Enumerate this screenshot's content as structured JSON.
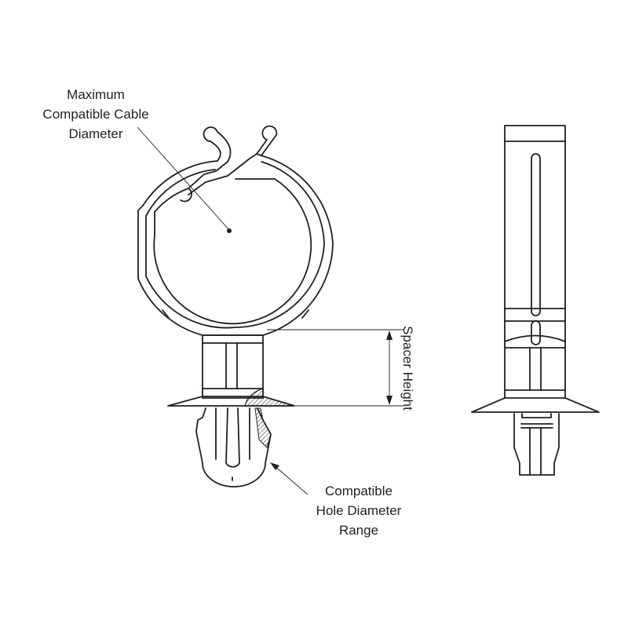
{
  "labels": {
    "cable_diameter": [
      "Maximum",
      "Compatible Cable",
      "Diameter"
    ],
    "hole_diameter": [
      "Compatible",
      "Hole Diameter",
      "Range"
    ],
    "spacer_height": "Spacer Height"
  },
  "colors": {
    "line": "#231f20",
    "background": "#ffffff"
  }
}
